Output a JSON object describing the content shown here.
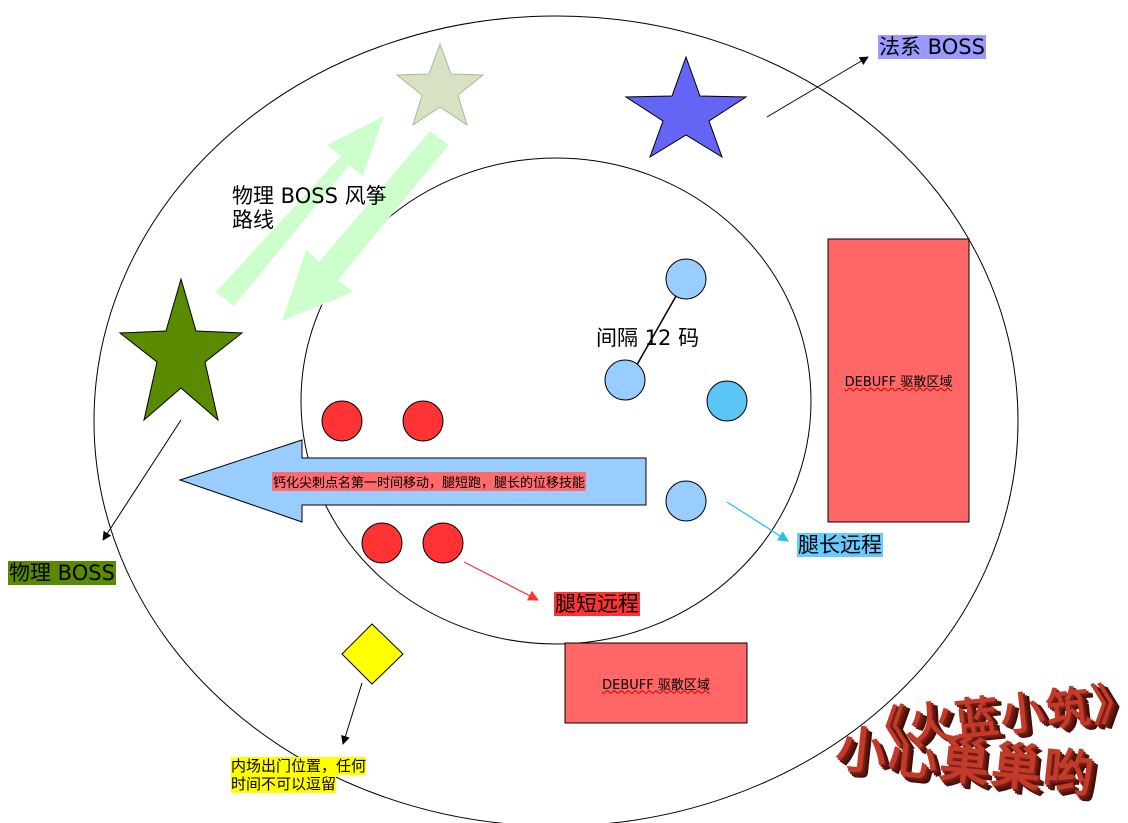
{
  "labels": {
    "physical_route_line1": "物理 BOSS 风筝",
    "physical_route_line2": "路线",
    "magic_boss": "法系 BOSS",
    "physical_boss": "物理 BOSS",
    "spacing": "间隔 12 码",
    "long_leg_ranged": "腿长远程",
    "short_leg_ranged": "腿短远程",
    "exit_note_line1": "内场出门位置，任何",
    "exit_note_line2": "时间不可以逗留",
    "debuff_zone_right": "DEBUFF 驱散区域",
    "debuff_zone_bottom": "DEBUFF 驱散区域",
    "big_arrow_text": "钙化尖刺点名第一时间移动，腿短跑，腿长的位移技能"
  },
  "logo": {
    "line1": "《火蓝小筑》",
    "line2": "小心巢巢哟"
  },
  "colors": {
    "magic_boss_star": "#6464f5",
    "physical_boss_star": "#5a8a00",
    "faded_star": "#d6e2c2",
    "red_player": "#ff3333",
    "blue_player": "#99ccff",
    "cyan_player": "#5bc6f5",
    "debuff_zone": "#ff6666",
    "big_arrow": "#99ccff",
    "exit_diamond": "#ffff00",
    "route_arrow": "#ccffcc"
  }
}
